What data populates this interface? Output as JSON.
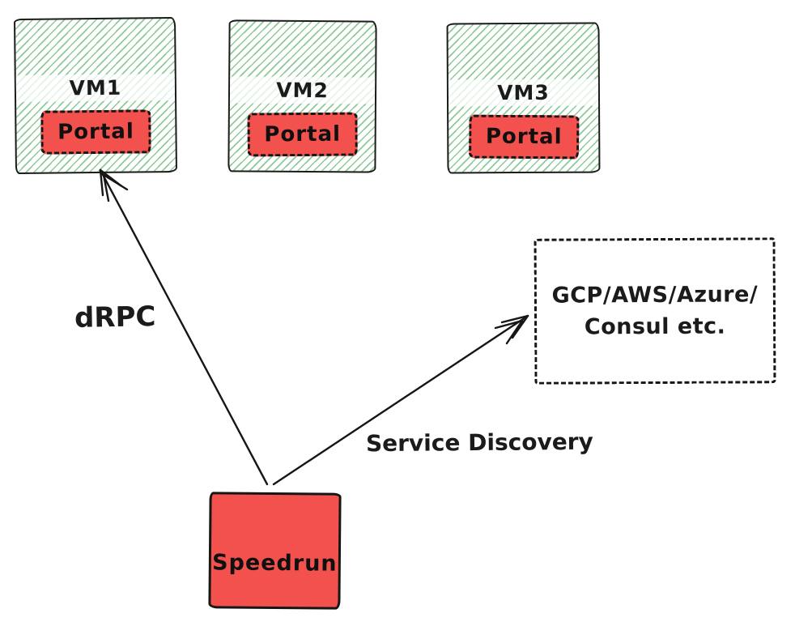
{
  "diagram": {
    "vms": [
      {
        "label": "VM1",
        "portal": "Portal"
      },
      {
        "label": "VM2",
        "portal": "Portal"
      },
      {
        "label": "VM3",
        "portal": "Portal"
      }
    ],
    "service_box": {
      "line1": "GCP/AWS/Azure/",
      "line2": "Consul etc."
    },
    "speedrun_label": "Speedrun",
    "arrows": {
      "drpc_label": "dRPC",
      "service_discovery_label": "Service Discovery"
    },
    "colors": {
      "hatch_green": "#2f9e44",
      "box_red": "#f2514d",
      "ink": "#161616"
    }
  }
}
